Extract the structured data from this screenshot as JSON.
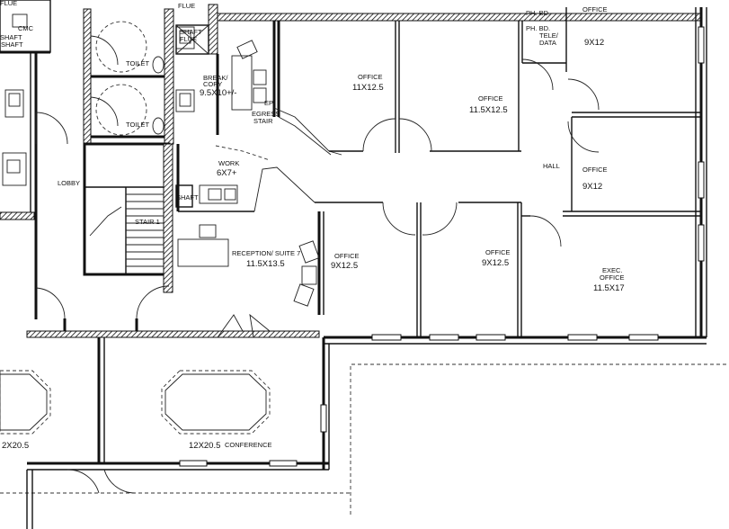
{
  "rooms": {
    "shaft_flue_top": "FLUE",
    "shaft_flue_left": "SHAFT",
    "shaft_flue_left2": "FLUE",
    "shaft_flue_mid": "SHAFT",
    "shaft_flue_mid2": "FLUE",
    "cmc": "CMC",
    "shaft_left": "SHAFT",
    "toilet_upper": "TOILET",
    "toilet_lower": "TOILET",
    "break_copy_name": "BREAK/",
    "break_copy_name2": "COPY",
    "break_copy_size": "9.5X10+/-",
    "ep": "EP",
    "office1_name": "OFFICE",
    "office1_size": "11X12.5",
    "office2_name": "OFFICE",
    "office2_size": "11.5X12.5",
    "ph_bd": "PH. BD.",
    "ph_bd2": "PH. BD.",
    "tele_data": "TELE/",
    "tele_data2": "DATA",
    "office3_name": "OFFICE",
    "office3_size": "9X12",
    "egress_stair": "EGRESS",
    "egress_stair2": "STAIR",
    "lobby": "LOBBY",
    "work_name": "WORK",
    "work_size": "6X7+",
    "hall": "HALL",
    "office4_name": "OFFICE",
    "office4_size": "9X12",
    "shaft_small": "SHAFT",
    "stair1": "STAIR 1",
    "reception_name": "RECEPTION/ SUITE 7",
    "reception_size": "11.5X13.5",
    "office5_name": "OFFICE",
    "office5_size": "9X12.5",
    "office6_name": "OFFICE",
    "office6_size": "9X12.5",
    "exec_name": "EXEC.",
    "exec_name2": "OFFICE",
    "exec_size": "11.5X17",
    "conf_left_size": "2X20.5",
    "conf_size": "12X20.5",
    "conf_name": "CONFERENCE"
  }
}
